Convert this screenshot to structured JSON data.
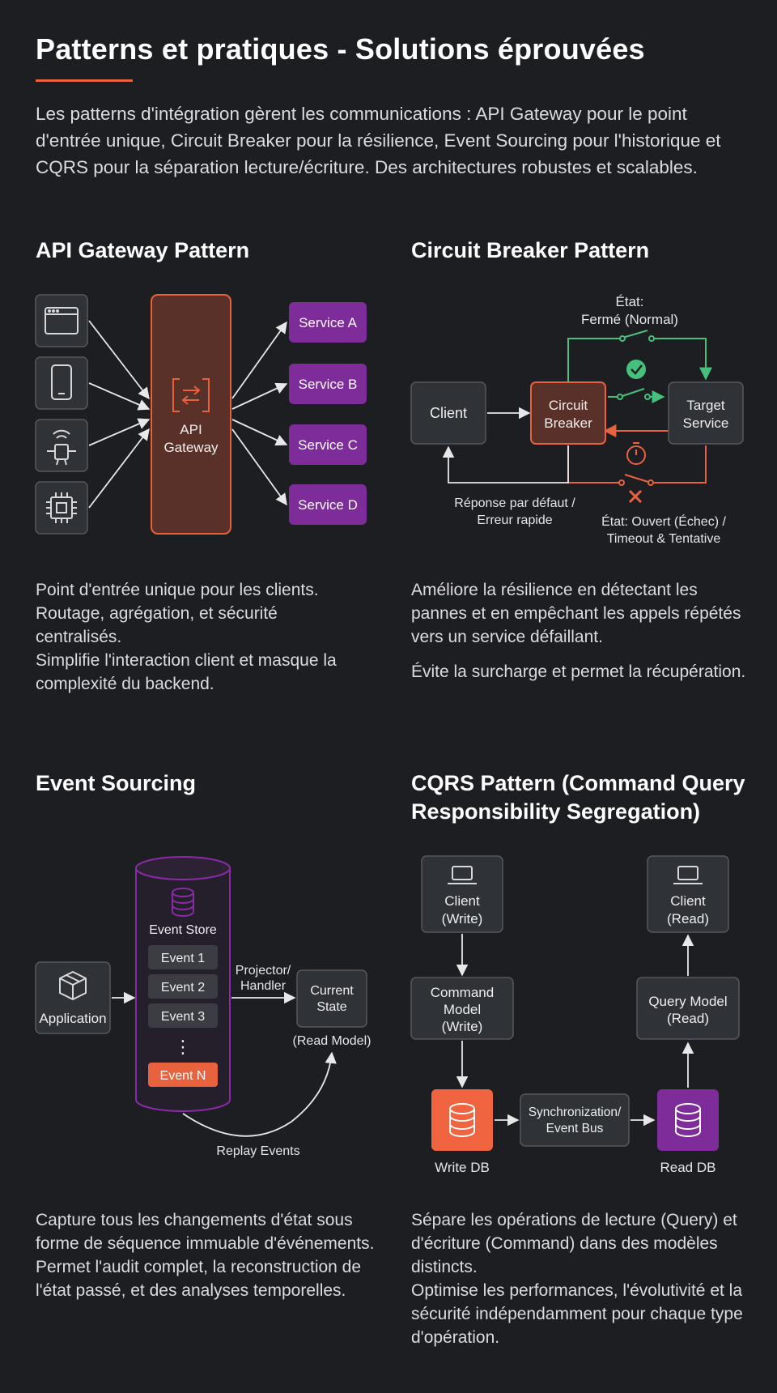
{
  "header": {
    "title": "Patterns et pratiques - Solutions éprouvées",
    "intro": "Les patterns d'intégration gèrent les communications : API Gateway pour le point d'entrée unique, Circuit Breaker pour la résilience, Event Sourcing pour l'historique et CQRS pour la séparation lecture/écriture. Des architectures robustes et scalables."
  },
  "colors": {
    "accent_orange": "#e8623e",
    "service_purple": "#7d2c9a",
    "success_green": "#46c07a",
    "panel_gray": "#2f3236",
    "background": "#1d1e22"
  },
  "api_gateway": {
    "title": "API Gateway Pattern",
    "client_icons": [
      "browser-icon",
      "mobile-phone-icon",
      "iot-device-icon",
      "chip-icon"
    ],
    "gateway_icon": "gateway-arrows-icon",
    "gateway_label_1": "API",
    "gateway_label_2": "Gateway",
    "services": [
      "Service A",
      "Service B",
      "Service C",
      "Service D"
    ],
    "desc_1": "Point d'entrée unique pour les clients. Routage, agrégation, et sécurité centralisés.",
    "desc_2": "Simplifie l'interaction client et masque la complexité du backend."
  },
  "circuit_breaker": {
    "title": "Circuit Breaker Pattern",
    "state_closed_1": "État:",
    "state_closed_2": "Fermé (Normal)",
    "client": "Client",
    "breaker_1": "Circuit",
    "breaker_2": "Breaker",
    "target_1": "Target",
    "target_2": "Service",
    "fallback_1": "Réponse par défaut /",
    "fallback_2": "Erreur rapide",
    "state_open_1": "État: Ouvert (Échec) /",
    "state_open_2": "Timeout & Tentative",
    "icons": [
      "check-circle-icon",
      "timer-icon",
      "cross-icon"
    ],
    "desc_1": "Améliore la résilience en détectant les pannes et en empêchant les appels répétés vers un service défaillant.",
    "desc_2": "Évite la surcharge et permet la récupération."
  },
  "event_sourcing": {
    "title": "Event Sourcing",
    "application": "Application",
    "store_label": "Event Store",
    "events": [
      "Event 1",
      "Event 2",
      "Event 3"
    ],
    "ellipsis": "⋮",
    "last_event": "Event N",
    "projector_1": "Projector/",
    "projector_2": "Handler",
    "state_1": "Current",
    "state_2": "State",
    "read_model": "(Read Model)",
    "replay": "Replay Events",
    "desc_1": "Capture tous les changements d'état sous forme de séquence immuable d'événements.",
    "desc_2": "Permet l'audit complet, la reconstruction de l'état passé, et des analyses temporelles."
  },
  "cqrs": {
    "title": "CQRS Pattern (Command Query Responsibility Segregation)",
    "client_write_1": "Client",
    "client_write_2": "(Write)",
    "client_read_1": "Client",
    "client_read_2": "(Read)",
    "command_1": "Command",
    "command_2": "Model",
    "command_3": "(Write)",
    "query_1": "Query Model",
    "query_2": "(Read)",
    "sync_1": "Synchronization/",
    "sync_2": "Event Bus",
    "write_db": "Write DB",
    "read_db": "Read DB",
    "desc_1": "Sépare les opérations de lecture (Query) et d'écriture (Command) dans des modèles distincts.",
    "desc_2": "Optimise les performances, l'évolutivité et la sécurité indépendamment pour chaque type d'opération."
  }
}
